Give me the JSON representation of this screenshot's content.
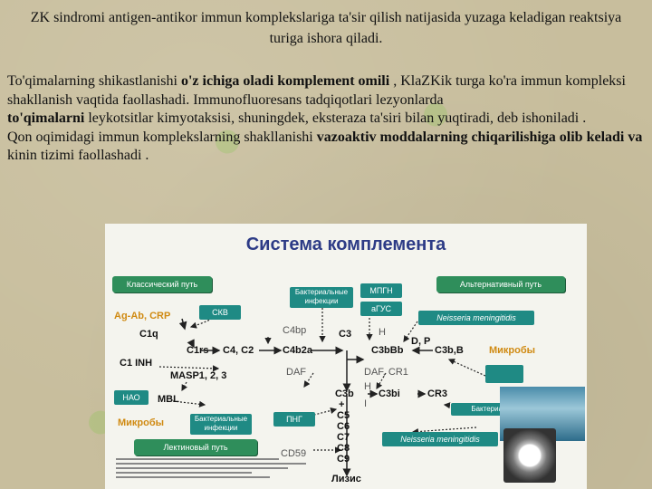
{
  "intro": "ZK sindromi antigen-antikor immun komplekslariga ta'sir qilish natijasida yuzaga keladigan reaktsiya turiga ishora qiladi.",
  "paragraph": {
    "p1": "To'qimalarning shikastlanishi ",
    "b1": "o'z ichiga oladi komplement omili",
    "p2": " , KlaZKik turga ko'ra immun kompleksi shakllanish vaqtida faollashadi. Immunofluoresans tadqiqotlari lezyonlarda",
    "b2": "to'qimalarni",
    "p3": " leykotsitlar kimyotaksisi, shuningdek, eksteraza ta'siri bilan yuqtiradi, deb ishoniladi .",
    "p4": "Qon oqimidagi immun komplekslarning shakllanishi ",
    "b3": "vazoaktiv moddalarning chiqarilishiga olib keladi va",
    "p5": " kinin tizimi faollashadi ."
  },
  "diagram": {
    "title": "Система комплемента",
    "boxes": {
      "classical": "Классический путь",
      "alternative": "Альтернативный путь",
      "skv": "СКВ",
      "bacterial_top": "Бактериальные инфекции",
      "mpgn": "МПГН",
      "agus": "аГУС",
      "neisseria_top": "Neisseria meningitidis",
      "hao": "НАО",
      "bacterial_left": "Бактериальные инфекции",
      "lectin": "Лектиновый путь",
      "png": "ПНГ",
      "bacterial_right": "Бактериальные инфекции",
      "neisseria_bottom": "Neisseria meningitidis"
    },
    "labels": {
      "agab": "Ag-Ab, CRP",
      "c1q": "C1q",
      "c1rs": "C1rs",
      "c4c2": "C4, C2",
      "c4bp": "C4bp",
      "c4b2a": "C4b2a",
      "c3": "C3",
      "h1": "H",
      "c3bbb": "C3bBb",
      "dp": "D, P",
      "c3bb": "C3b,B",
      "mikroby_r": "Микробы",
      "c1inh": "C1 INH",
      "masp": "MASP1, 2, 3",
      "daf1": "DAF",
      "daf2": "DAF, CR1",
      "mbl": "MBL",
      "c3b": "C3b",
      "h2": "H",
      "c3bi": "C3bi",
      "cr3": "CR3",
      "mikroby_l": "Микробы",
      "plus": "+",
      "i": "I",
      "c5": "C5",
      "c6": "C6",
      "c7": "C7",
      "c8": "C8",
      "c9": "C9",
      "cd59": "CD59",
      "lizis": "Лизис"
    }
  },
  "colors": {
    "background": "#c8be9d",
    "green_box": "#2f8e5b",
    "teal_box": "#1f8a84",
    "title_blue": "#2d3b86",
    "orange": "#d08a12"
  }
}
